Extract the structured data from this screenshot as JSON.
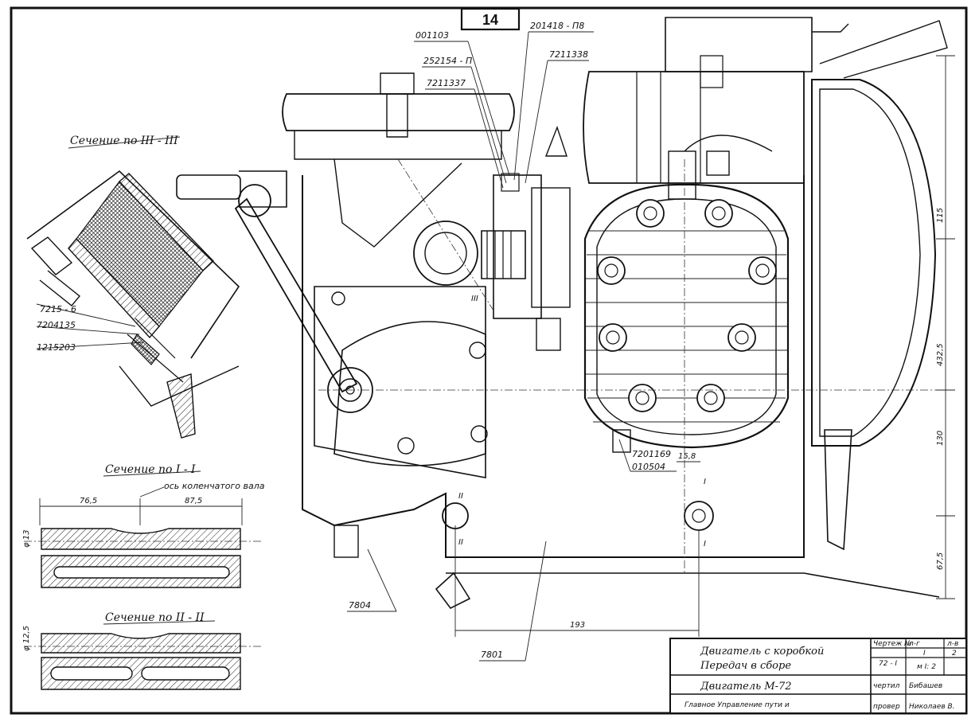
{
  "sheet_number": "14",
  "title_block": {
    "drawing_title_line1": "Двигатель с коробкой",
    "drawing_title_line2": "Передач в сборе",
    "drawing_no_label": "Чертеж №",
    "drawing_no": "72 - I",
    "sheet_label": "л-г",
    "sheets_label": "л-в",
    "sheet_value": "I",
    "sheets_value": "2",
    "scale": "м I: 2",
    "assembly_name": "Двигатель М-72",
    "drawn_label": "чертил",
    "drawn_by": "Бибашев",
    "org": "Главное Управление пути и",
    "checked_label": "провер",
    "checked_by": "Николаев В."
  },
  "section_labels": {
    "s3": "Сечение по III - III",
    "s1": "Сечение по I - I",
    "s2": "Сечение по II - II",
    "crank_axis": "ось коленчатого вала"
  },
  "part_numbers": {
    "p001103": "001103",
    "p201418": "201418 - П8",
    "p252154": "252154 - П",
    "p7211338": "7211338",
    "p7211337": "7211337",
    "p7215_6": "7215 - 6",
    "p7204135": "7204135",
    "p1215203": "1215203",
    "p7201169": "7201169",
    "p010504": "010504",
    "p7804": "7804",
    "p7801": "7801"
  },
  "dimensions": {
    "d115": "115",
    "d432": "432,5",
    "d130": "130",
    "d67_5": "67,5",
    "d193": "193",
    "d15_8": "15,8",
    "d76_5": "76,5",
    "d87_5": "87,5",
    "d13": "φ 13",
    "d12_5": "φ 12,5"
  },
  "section_marks": {
    "roman1_top": "I",
    "roman1_bottom": "I",
    "roman2_top": "II",
    "roman2_bottom": "II",
    "roman3": "III"
  }
}
